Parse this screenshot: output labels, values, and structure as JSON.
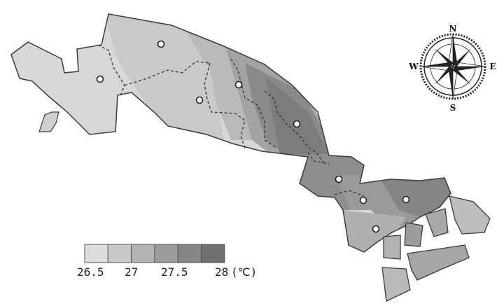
{
  "legend": {
    "tick_labels": [
      "26.5",
      "27",
      "27.5",
      "28"
    ],
    "unit": "(℃)",
    "swatch_colors": [
      "#dcdcdc",
      "#c8c8c8",
      "#b2b2b2",
      "#9c9c9c",
      "#868686",
      "#717171"
    ]
  },
  "compass": {
    "north": "N",
    "south": "S",
    "east": "E",
    "west": "W"
  },
  "colors": {
    "region_outline": "#3a3a3a",
    "boundary_dash": "#333333",
    "station_marker": "#222222"
  }
}
